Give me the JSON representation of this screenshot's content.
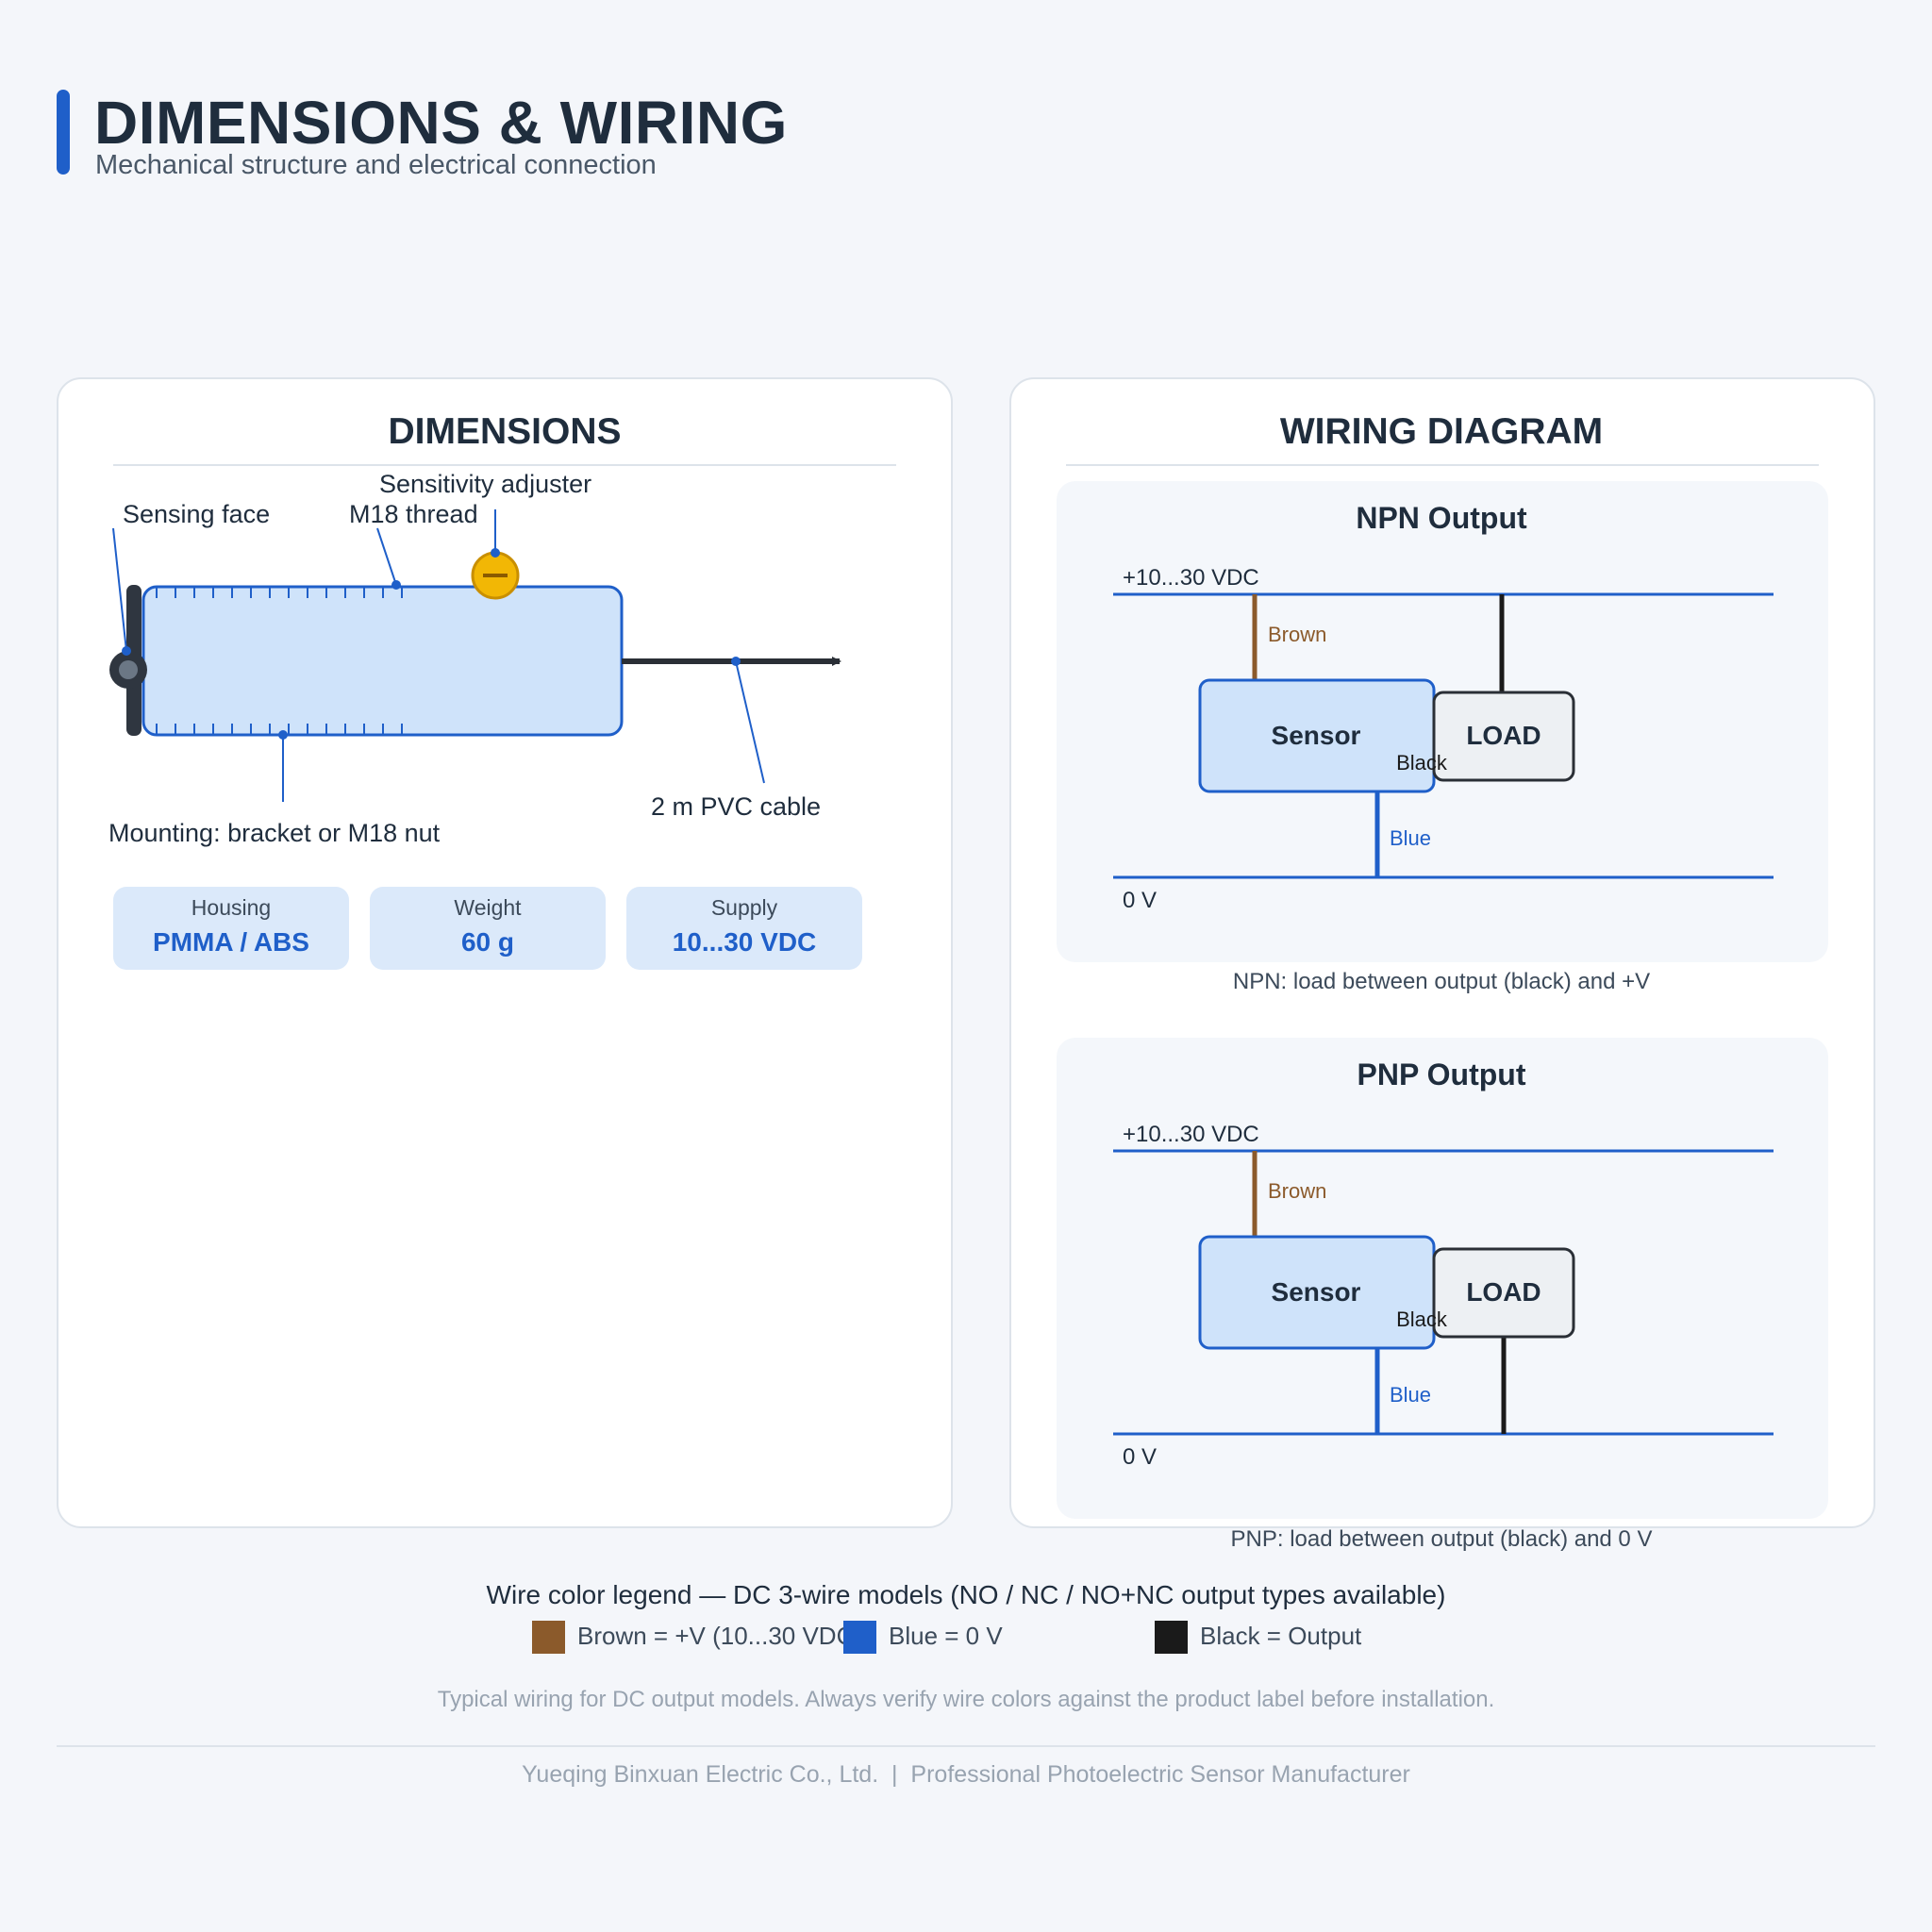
{
  "header": {
    "title": "DIMENSIONS & WIRING",
    "subtitle": "Mechanical structure and electrical connection"
  },
  "dimensions": {
    "title": "DIMENSIONS",
    "callouts": {
      "sensing_face": "Sensing face",
      "thread": "M18 thread",
      "adjuster": "Sensitivity adjuster",
      "mounting": "Mounting: bracket or M18 nut",
      "cable": "2 m PVC cable"
    },
    "specs": [
      {
        "label": "Housing",
        "value": "PMMA / ABS"
      },
      {
        "label": "Weight",
        "value": "60 g"
      },
      {
        "label": "Supply",
        "value": "10...30 VDC"
      }
    ]
  },
  "wiring": {
    "title": "WIRING DIAGRAM",
    "npn": {
      "title": "NPN Output",
      "supply_rail": "+10...30 VDC",
      "ground_rail": "0 V",
      "sensor": "Sensor",
      "load": "LOAD",
      "brown": "Brown",
      "blue": "Blue",
      "black": "Black",
      "caption": "NPN: load between output (black) and +V"
    },
    "pnp": {
      "title": "PNP Output",
      "supply_rail": "+10...30 VDC",
      "ground_rail": "0 V",
      "sensor": "Sensor",
      "load": "LOAD",
      "brown": "Brown",
      "blue": "Blue",
      "black": "Black",
      "caption": "PNP: load between output (black) and 0 V"
    }
  },
  "legend": {
    "title": "Wire color legend — DC 3-wire models (NO / NC / NO+NC output types available)",
    "items": [
      {
        "label": "Brown = +V (10...30 VDC)",
        "color": "#8b5a2b"
      },
      {
        "label": "Blue = 0 V",
        "color": "#1f5fc9"
      },
      {
        "label": "Black = Output",
        "color": "#1a1a1a"
      }
    ]
  },
  "note": "Typical wiring for DC output models. Always verify wire colors against the product label before installation.",
  "footer": "Yueqing Binxuan Electric Co., Ltd.  |  Professional Photoelectric Sensor Manufacturer",
  "colors": {
    "accent": "#1f5fc9",
    "brown_wire": "#8b5a2b",
    "blue_wire": "#1f5fc9",
    "black_wire": "#1a1a1a",
    "sensor_fill": "#cfe3fa",
    "adjuster": "#f2b705"
  }
}
